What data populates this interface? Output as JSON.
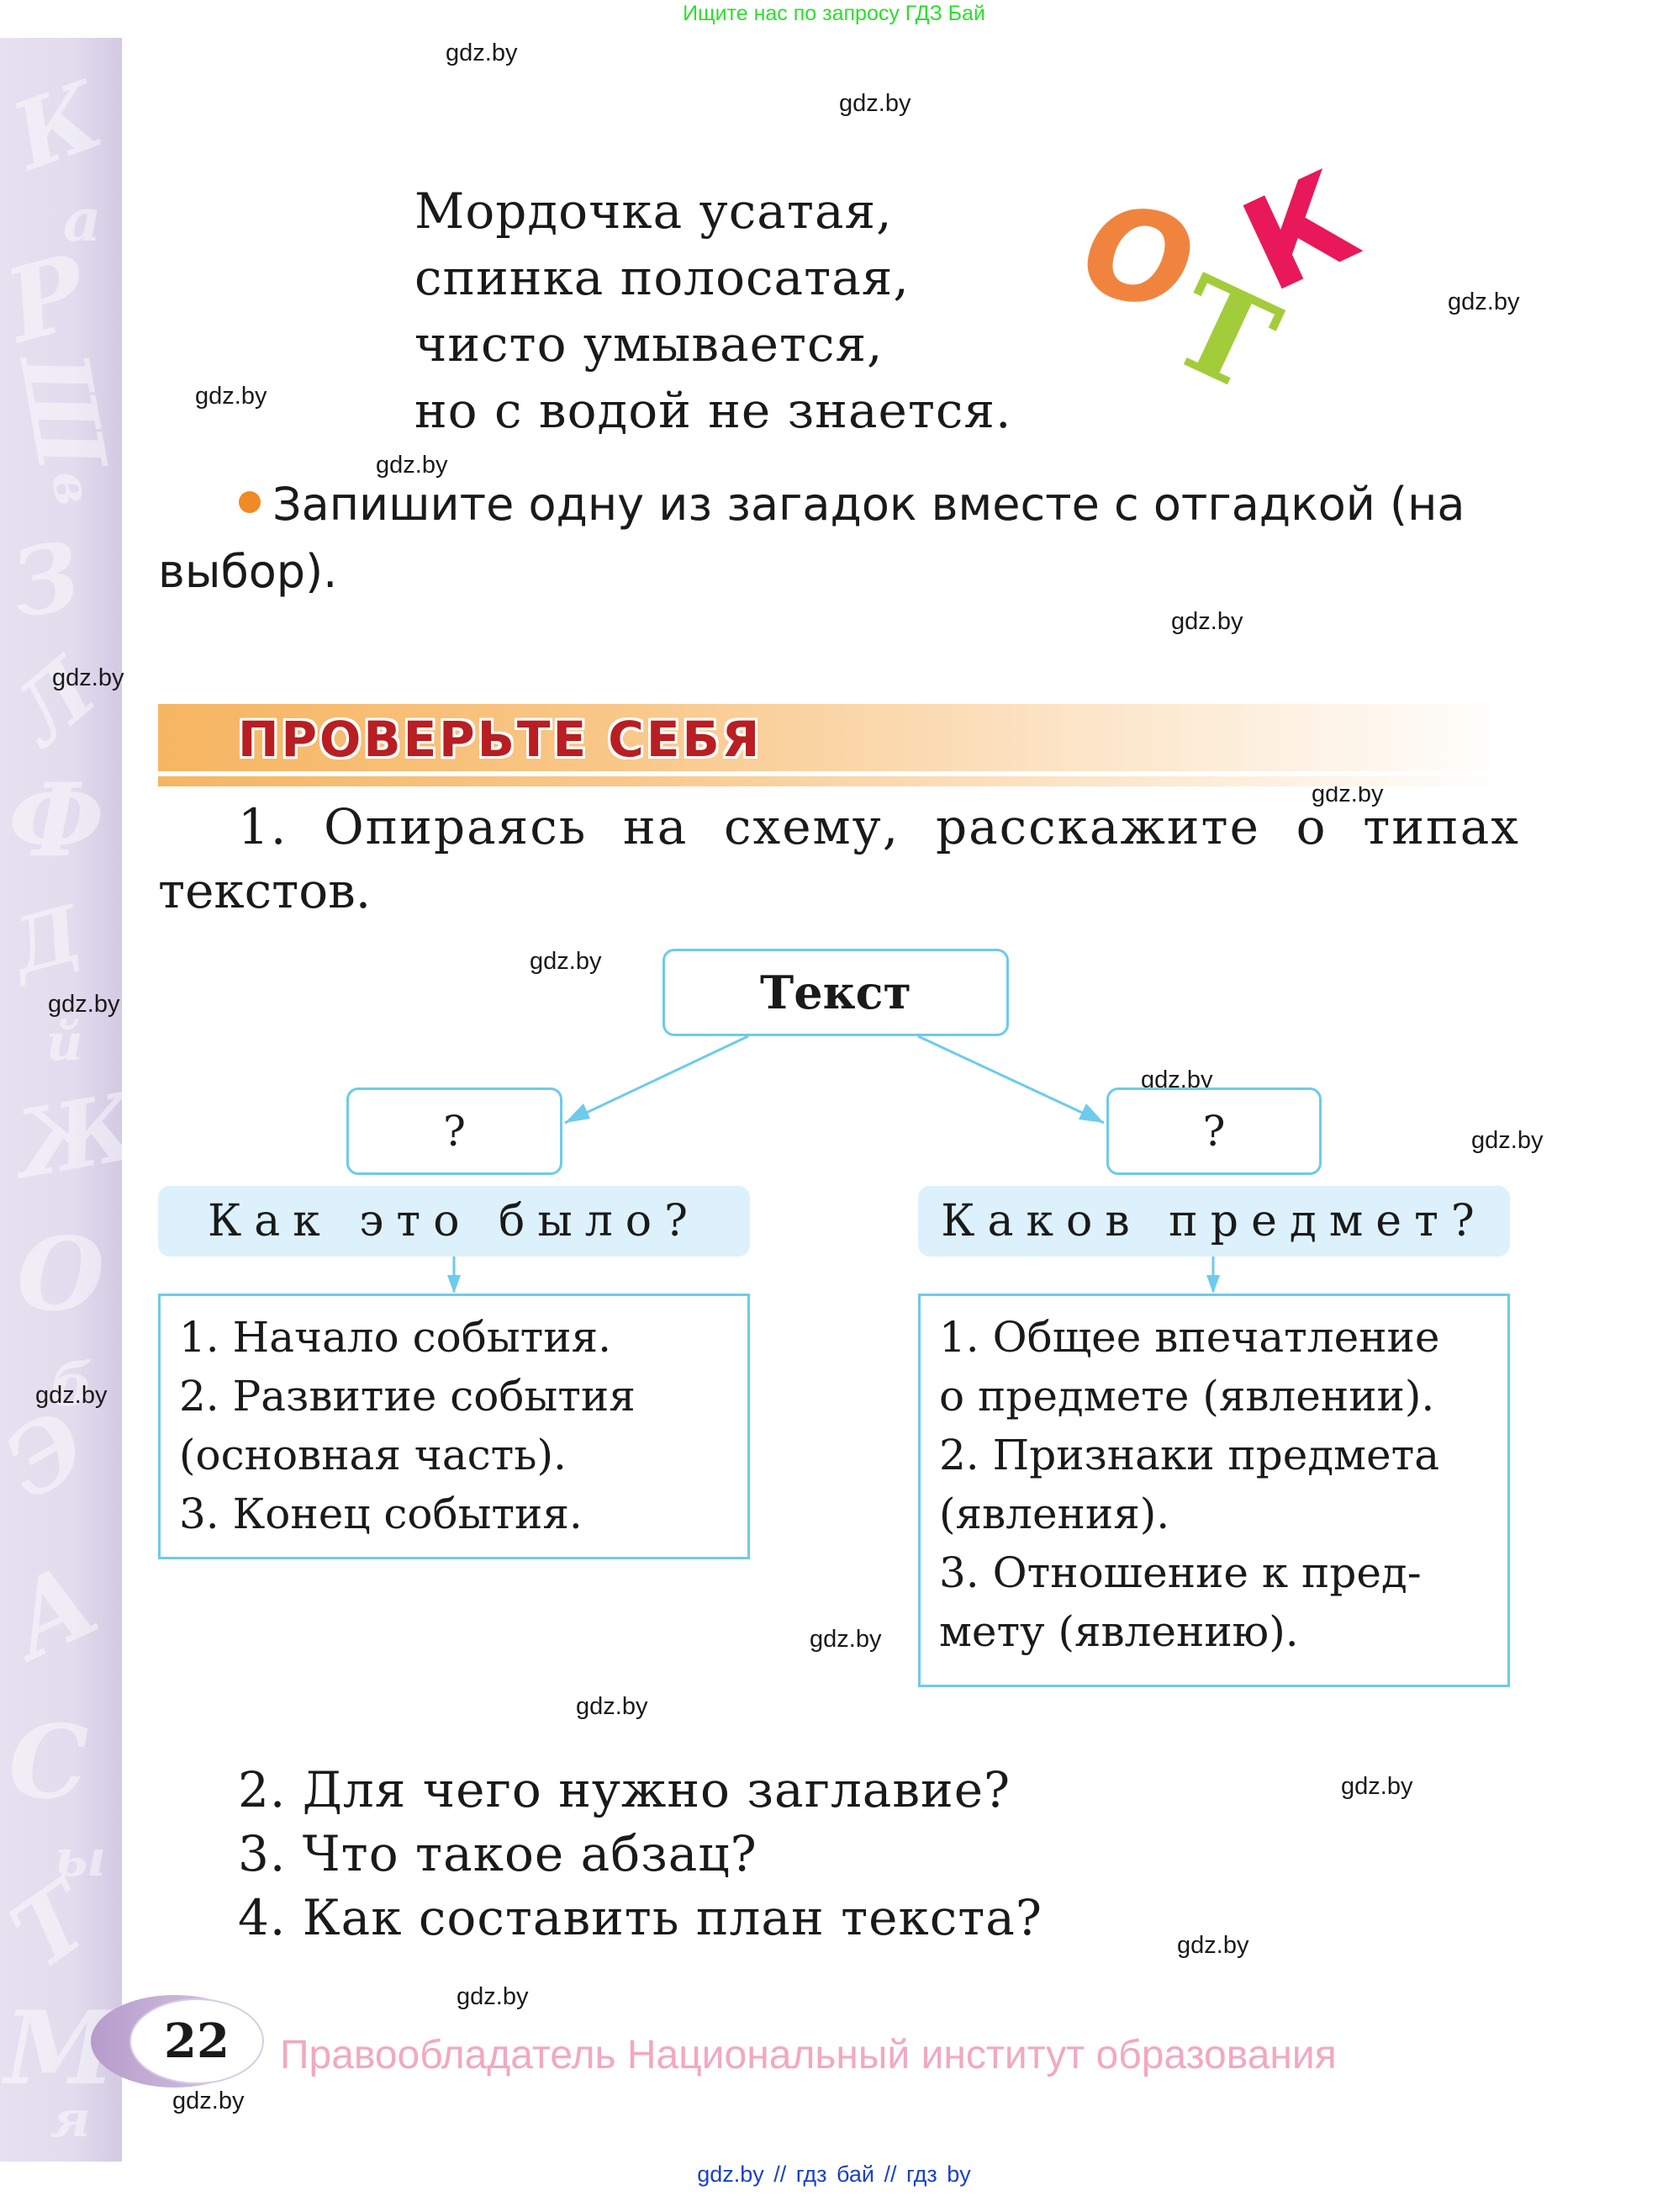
{
  "top_banner": "Ищите нас по запросу ГДЗ Бай",
  "watermark_text": "gdz.by",
  "sidebar": {
    "decorative_letters": [
      "К",
      "а",
      "Р",
      "Ш",
      "в",
      "З",
      "Л",
      "Ф",
      "Д",
      "й",
      "Ж",
      "О",
      "б",
      "Э",
      "А",
      "С",
      "ы",
      "Т",
      "М",
      "я"
    ]
  },
  "riddle": {
    "lines": [
      "Мордочка усатая,",
      "спинка полосатая,",
      "чисто умывается,",
      "но с водой не знается."
    ],
    "decorative_letters": {
      "o": "О",
      "t": "Т",
      "k": "К",
      "colors": {
        "o": "#F0843F",
        "t": "#A3CC3A",
        "k": "#E8185A"
      }
    }
  },
  "task": {
    "text": "Запишите одну из загадок вместе с отгадкой (на выбор).",
    "bullet_color": "#F08A24"
  },
  "section": {
    "title": "ПРОВЕРЬТЕ СЕБЯ",
    "title_color": "#B81E22"
  },
  "question1": {
    "first_line": "1. Опираясь на схему, расскажите о типах",
    "second_line": "текстов."
  },
  "diagram": {
    "root": "Текст",
    "left": {
      "placeholder": "?",
      "label": "Как это было?",
      "items": [
        "1. Начало события.",
        "2. Развитие события",
        "(основная часть).",
        "3. Конец события."
      ]
    },
    "right": {
      "placeholder": "?",
      "label": "Каков предмет?",
      "items": [
        "1. Общее впечатление",
        "о предмете (явлении).",
        "2. Признаки предмета",
        "(явления).",
        "3. Отношение к пред-",
        "мету (явлению)."
      ]
    },
    "border_color": "#6DCBEB",
    "label_bg": "#DCF1FB"
  },
  "questions": [
    "2. Для чего нужно заглавие?",
    "3. Что такое абзац?",
    "4. Как составить план текста?"
  ],
  "page_number": "22",
  "copyright": "Правообладатель Национальный институт образования",
  "footer": "gdz.by  //  гдз бай  //  гдз by"
}
